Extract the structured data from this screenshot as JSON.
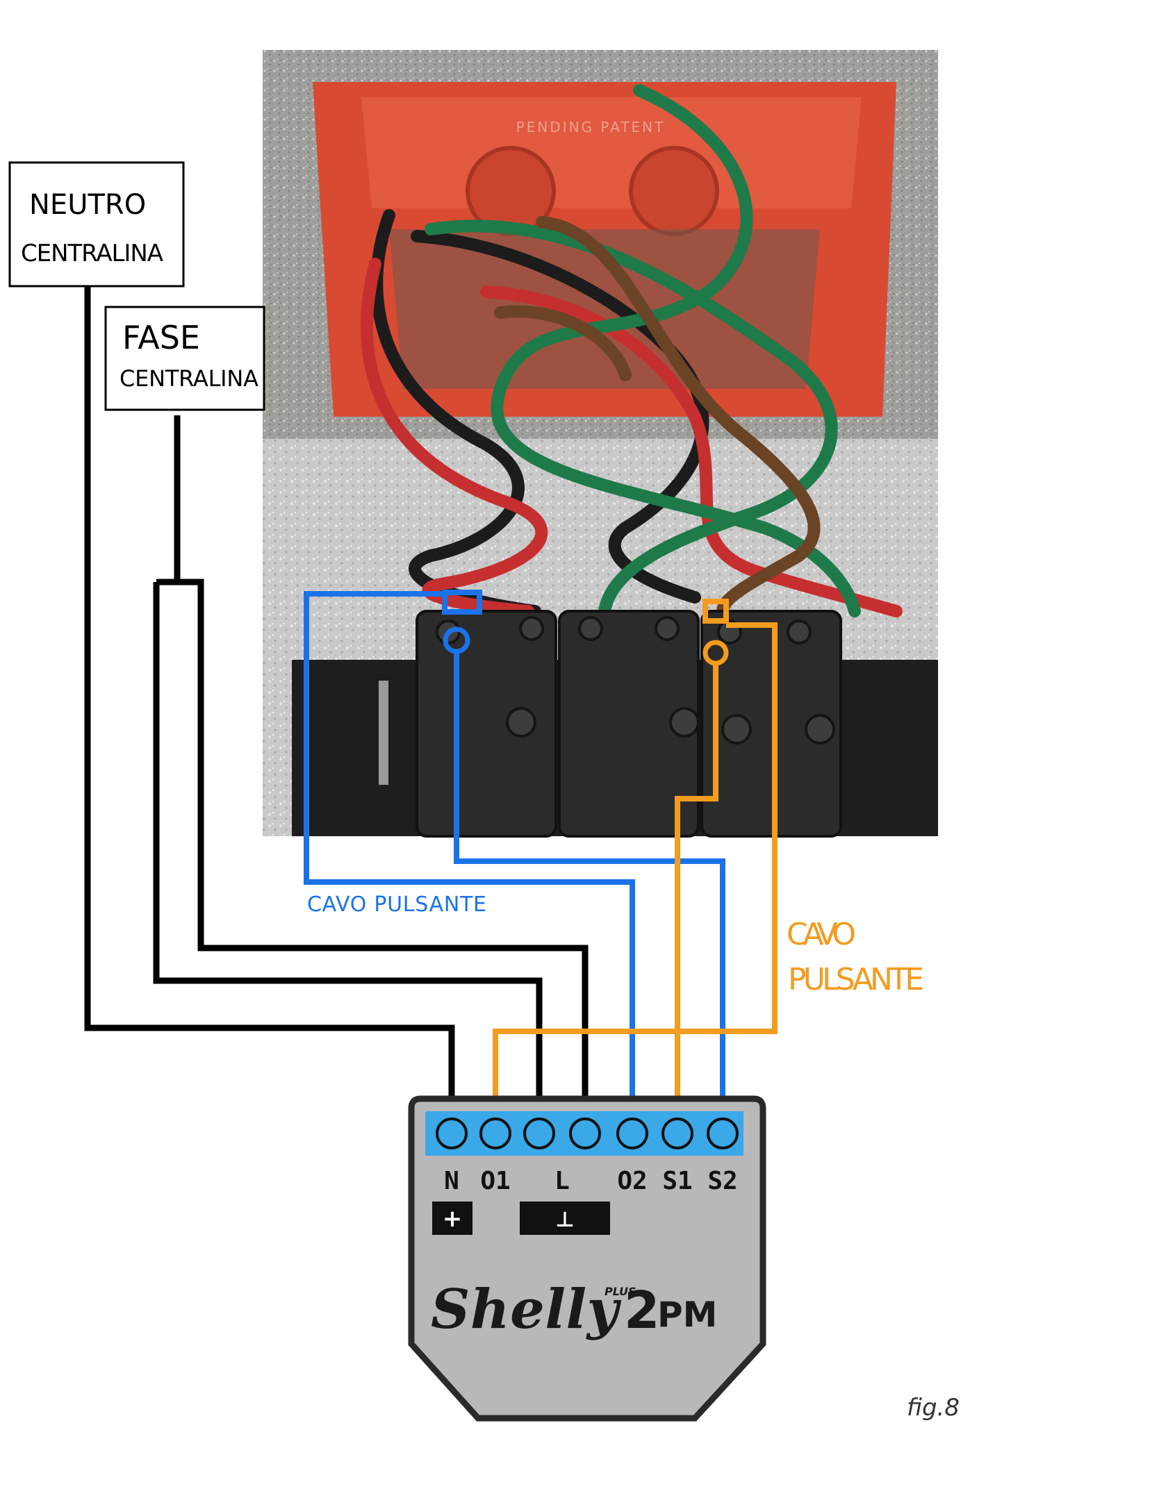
{
  "labels": {
    "neutro_line1": "NEUTRO",
    "neutro_line2": "CENTRALINA",
    "fase_line1": "FASE",
    "fase_line2": "CENTRALINA",
    "cavo_blue": "CAVO PULSANTE",
    "cavo_orange_line1": "CAVO",
    "cavo_orange_line2": "PULSANTE",
    "fig": "fig.8"
  },
  "device": {
    "brand": "Shelly",
    "plus": "PLUS",
    "model_num": "2",
    "model_suffix": "PM",
    "terminals": [
      "N",
      "O1",
      "L",
      "O2",
      "S1",
      "S2"
    ],
    "plus_sign": "+",
    "ground_sign": "⊥"
  },
  "photo": {
    "box_text": "PENDING PATENT"
  },
  "colors": {
    "blue_wire": "#1a73e8",
    "orange_wire": "#f39c1f",
    "black_wire": "#000000",
    "terminal_strip": "#3ba8e8",
    "device_body": "#b8b8b8"
  }
}
